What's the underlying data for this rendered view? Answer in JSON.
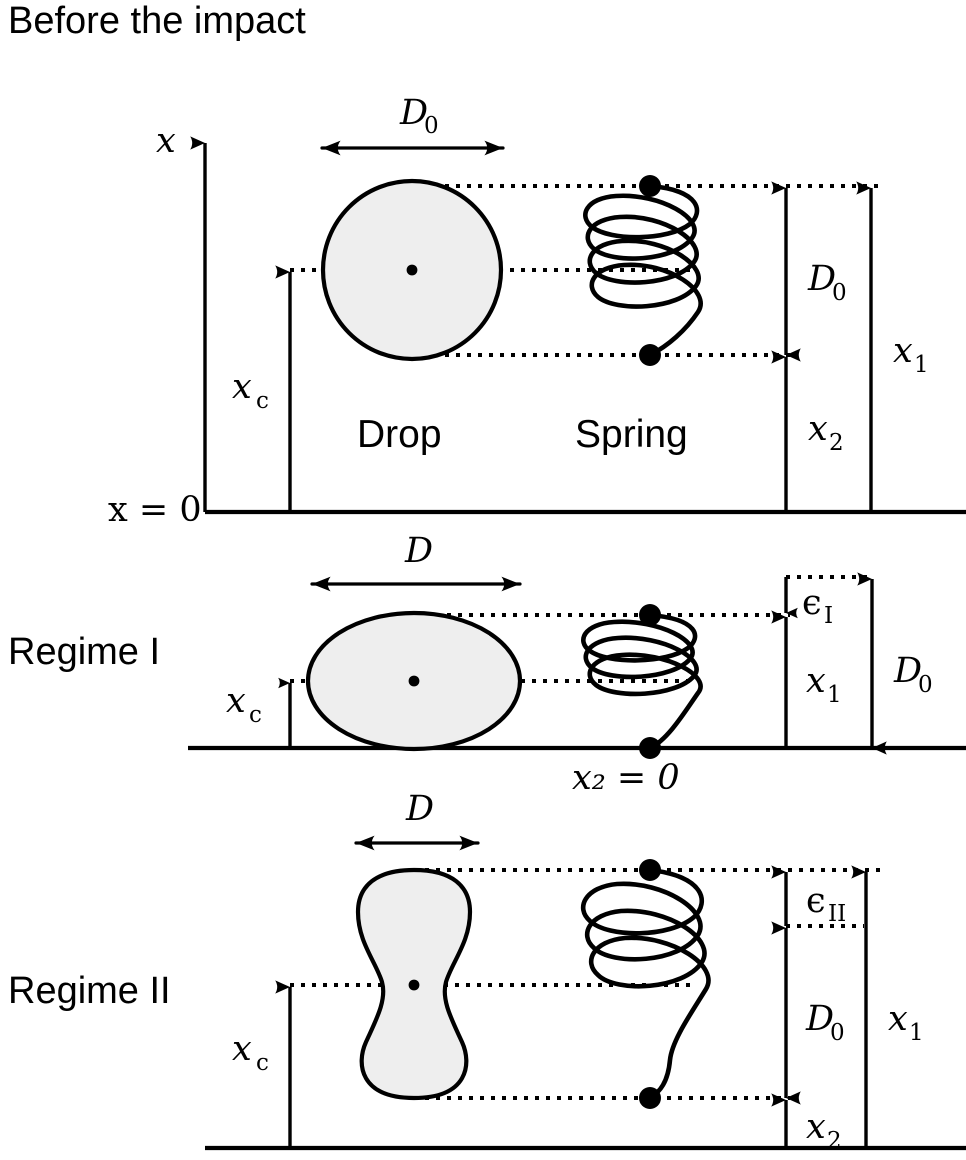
{
  "figure": {
    "title": "Before the impact",
    "panels": [
      {
        "id": "before-impact",
        "heading": "Before the impact",
        "drop_label": "Drop",
        "spring_label": "Spring",
        "axis_label": "x",
        "origin_label": "x = 0",
        "labels": {
          "diameter": "D",
          "diameter_sub": "0",
          "center_height": "x",
          "center_height_sub": "c",
          "spring_length": "D",
          "spring_length_sub": "0",
          "top_position": "x",
          "top_position_sub": "1",
          "bottom_position": "x",
          "bottom_position_sub": "2"
        }
      },
      {
        "id": "regime-1",
        "heading": "Regime I",
        "labels": {
          "diameter": "D",
          "center_height": "x",
          "center_height_sub": "c",
          "compression": "ϵ",
          "compression_sub": "I",
          "top_position": "x",
          "top_position_sub": "1",
          "bottom_position": "x",
          "bottom_position_eq": "x₂ = 0",
          "rest_length": "D",
          "rest_length_sub": "0"
        }
      },
      {
        "id": "regime-2",
        "heading": "Regime II",
        "labels": {
          "diameter": "D",
          "center_height": "x",
          "center_height_sub": "c",
          "compression": "ϵ",
          "compression_sub": "II",
          "rest_length": "D",
          "rest_length_sub": "0",
          "top_position": "x",
          "top_position_sub": "1",
          "bottom_position": "x",
          "bottom_position_sub": "2"
        }
      }
    ],
    "colors": {
      "stroke": "#000000",
      "drop_fill": "#eeeeee",
      "background": "#ffffff"
    }
  }
}
